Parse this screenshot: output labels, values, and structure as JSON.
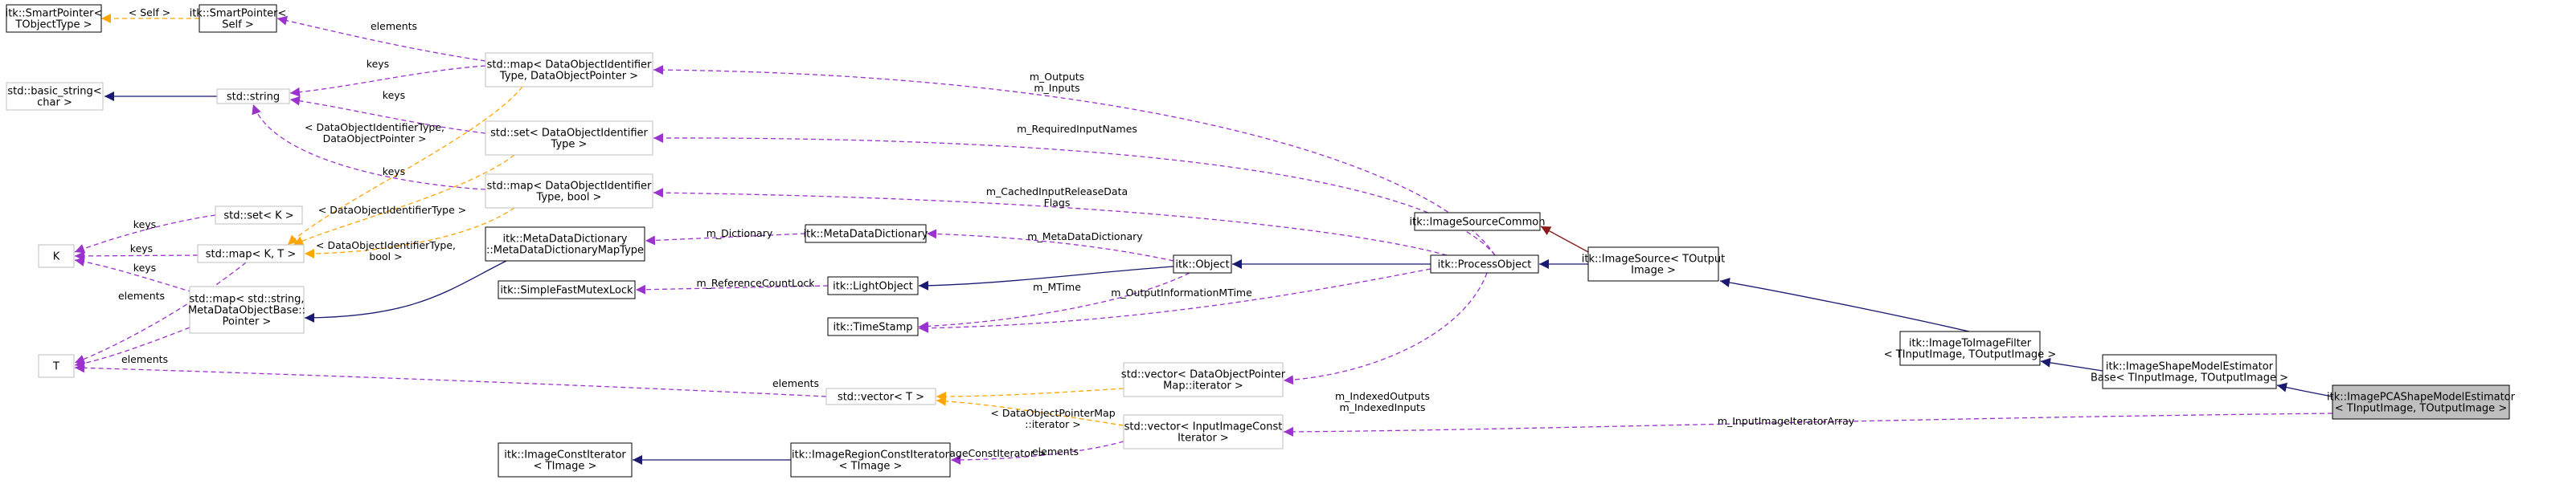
{
  "colors": {
    "inherit": "#191970",
    "usage": "#9a32cd",
    "template": "#ffa500",
    "red": "#8b1a1a",
    "graybox": "#bfbfbf"
  },
  "nodes": {
    "sp_tobject": [
      "itk::SmartPointer<",
      "TObjectType >"
    ],
    "sp_self": [
      "itk::SmartPointer<",
      "Self >"
    ],
    "basic_string": [
      "std::basic_string<",
      "char >"
    ],
    "std_string": [
      "std::string"
    ],
    "K": [
      "K"
    ],
    "T": [
      "T"
    ],
    "map_doi_dop": [
      "std::map< DataObjectIdentifier",
      "Type, DataObjectPointer >"
    ],
    "set_doi": [
      "std::set< DataObjectIdentifier",
      "Type >"
    ],
    "map_doi_bool": [
      "std::map< DataObjectIdentifier",
      "Type, bool >"
    ],
    "set_k": [
      "std::set< K >"
    ],
    "map_kt": [
      "std::map< K, T >"
    ],
    "map_string_mdob": [
      "std::map< std::string,",
      "MetaDataObjectBase::",
      "Pointer >"
    ],
    "mdd_map": [
      "itk::MetaDataDictionary",
      "::MetaDataDictionaryMapType"
    ],
    "mutex": [
      "itk::SimpleFastMutexLock"
    ],
    "mdd": [
      "itk::MetaDataDictionary"
    ],
    "lightobject": [
      "itk::LightObject"
    ],
    "timestamp": [
      "itk::TimeStamp"
    ],
    "object": [
      "itk::Object"
    ],
    "isc": [
      "itk::ImageSourceCommon"
    ],
    "processobject": [
      "itk::ProcessObject"
    ],
    "imagesource": [
      "itk::ImageSource< TOutput",
      "Image >"
    ],
    "imagetoimagefilter": [
      "itk::ImageToImageFilter",
      "< TInputImage, TOutputImage >"
    ],
    "ismeb": [
      "itk::ImageShapeModelEstimator",
      "Base< TInputImage, TOutputImage >"
    ],
    "ipca": [
      "itk::ImagePCAShapeModelEstimator",
      "< TInputImage, TOutputImage >"
    ],
    "vector_t": [
      "std::vector< T >"
    ],
    "vector_dopm": [
      "std::vector< DataObjectPointer",
      "Map::iterator >"
    ],
    "vector_iici": [
      "std::vector< InputImageConst",
      "Iterator >"
    ],
    "ici": [
      "itk::ImageConstIterator",
      "< TImage >"
    ],
    "irci": [
      "itk::ImageRegionConstIterator",
      "< TImage >"
    ]
  },
  "edge_labels": {
    "self": [
      "< Self >"
    ],
    "elements_top": [
      "elements"
    ],
    "keys_top": [
      "keys"
    ],
    "keys_set": [
      "keys"
    ],
    "keys_map2": [
      "keys"
    ],
    "tmpl_doi_dop": [
      "< DataObjectIdentifierType,",
      "DataObjectPointer >"
    ],
    "tmpl_doi": [
      "< DataObjectIdentifierType >"
    ],
    "tmpl_doi_bool": [
      "< DataObjectIdentifierType,",
      "bool >"
    ],
    "keys_k1": [
      "keys"
    ],
    "keys_k2": [
      "keys"
    ],
    "keys_k3": [
      "keys"
    ],
    "elements_k": [
      "elements"
    ],
    "elements_t": [
      "elements"
    ],
    "elements_vt": [
      "elements"
    ],
    "outputs": [
      "m_Outputs",
      "m_Inputs"
    ],
    "required": [
      "m_RequiredInputNames"
    ],
    "cached": [
      "m_CachedInputReleaseData",
      "Flags"
    ],
    "dictionary": [
      "m_Dictionary"
    ],
    "metadatadictionary": [
      "m_MetaDataDictionary"
    ],
    "refcountlock": [
      "m_ReferenceCountLock"
    ],
    "mtime": [
      "m_MTime"
    ],
    "outputinfo": [
      "m_OutputInformationMTime"
    ],
    "indexed": [
      "m_IndexedOutputs",
      "m_IndexedInputs"
    ],
    "tmpl_dopm": [
      "< DataObjectPointerMap",
      "::iterator >"
    ],
    "tmpl_iici": [
      "< InputImageConstIterator >"
    ],
    "elements_irci": [
      "elements"
    ],
    "input_iter_array": [
      "m_InputImageIteratorArray"
    ]
  }
}
